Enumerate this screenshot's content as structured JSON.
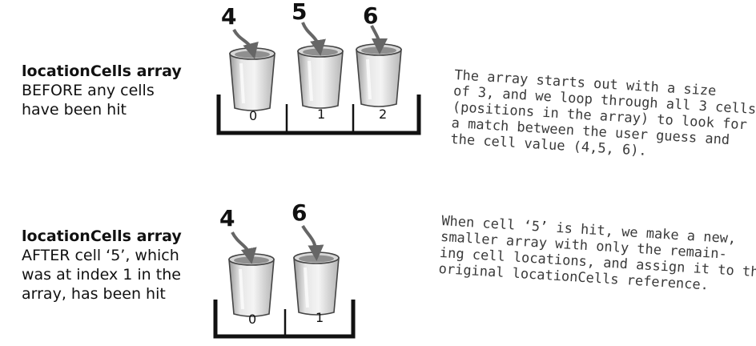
{
  "before": {
    "title": "locationCells array",
    "lines": [
      "BEFORE any cells",
      "have been hit"
    ],
    "cups": [
      "4",
      "5",
      "6"
    ],
    "indices": [
      "0",
      "1",
      "2"
    ],
    "note": [
      "The array starts out with a size",
      "of 3, and we loop through all 3 cells",
      "(positions in the array) to look for",
      "a match between the user guess and",
      "the cell value (4,5, 6)."
    ]
  },
  "after": {
    "title": "locationCells array",
    "lines": [
      "AFTER cell ‘5’, which",
      "was at index 1 in the",
      "array, has been hit"
    ],
    "cups": [
      "4",
      "6"
    ],
    "indices": [
      "0",
      "1"
    ],
    "note": [
      "When cell ‘5’ is hit, we make a new,",
      "smaller array with only the remain-",
      "ing cell locations, and assign it to the",
      "original locationCells reference."
    ]
  }
}
